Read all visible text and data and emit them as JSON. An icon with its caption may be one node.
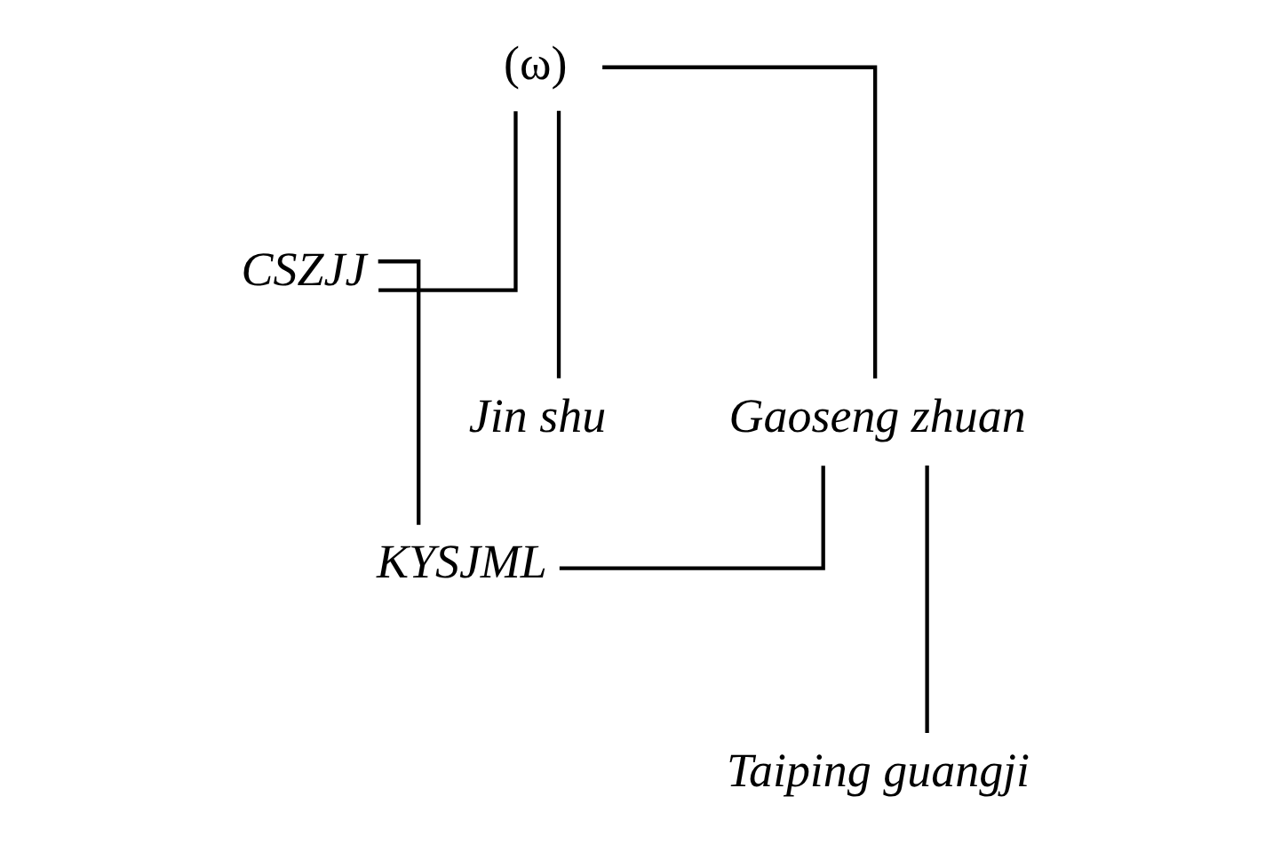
{
  "diagram": {
    "nodes": [
      {
        "text": [
          "(ω)"
        ]
      },
      {
        "text": [
          "CSZJJ"
        ]
      },
      {
        "text": [
          "Jin shu"
        ]
      },
      {
        "text": [
          "Gaoseng zhuan"
        ]
      },
      {
        "text": [
          "KYSJML"
        ]
      },
      {
        "text": [
          "Taiping guangji"
        ]
      }
    ],
    "edges": [
      {
        "from": 0,
        "to": 1,
        "arrow": "none"
      },
      {
        "from": 0,
        "to": 2,
        "arrow": "none"
      },
      {
        "from": 0,
        "to": 3,
        "arrow": "none"
      },
      {
        "from": 3,
        "to": 4,
        "arrow": "none"
      },
      {
        "from": 1,
        "to": 4,
        "arrow": "none"
      },
      {
        "from": 3,
        "to": 5,
        "arrow": "none"
      }
    ]
  }
}
